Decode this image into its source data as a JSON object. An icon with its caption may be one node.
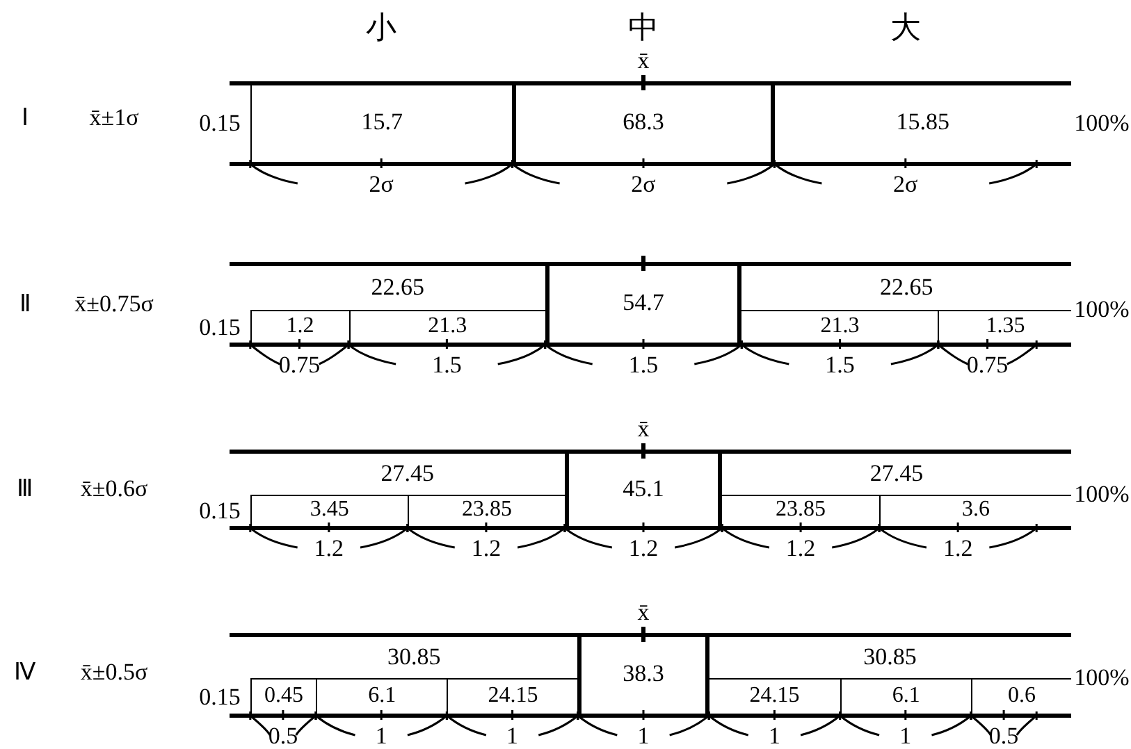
{
  "diagram": {
    "nodes": [
      {
        "text": [
          "15.7"
        ]
      },
      {
        "text": [
          "68.3"
        ]
      },
      {
        "text": [
          "15.85"
        ]
      },
      {
        "text": [
          "22.65"
        ]
      },
      {
        "text": [
          "1.2"
        ],
        "in": 3
      },
      {
        "text": [
          "21.3"
        ],
        "in": 3
      },
      {
        "text": [
          "54.7"
        ]
      },
      {
        "text": [
          "22.65"
        ]
      },
      {
        "text": [
          "21.3"
        ],
        "in": 7
      },
      {
        "text": [
          "1.35"
        ],
        "in": 7
      },
      {
        "text": [
          "27.45"
        ]
      },
      {
        "text": [
          "3.45"
        ],
        "in": 10
      },
      {
        "text": [
          "23.85"
        ],
        "in": 10
      },
      {
        "text": [
          "45.1"
        ]
      },
      {
        "text": [
          "27.45"
        ]
      },
      {
        "text": [
          "23.85"
        ],
        "in": 14
      },
      {
        "text": [
          "3.6"
        ],
        "in": 14
      },
      {
        "text": [
          "30.85"
        ]
      },
      {
        "text": [
          "0.45"
        ],
        "in": 17
      },
      {
        "text": [
          "6.1"
        ],
        "in": 17
      },
      {
        "text": [
          "24.15"
        ],
        "in": 17
      },
      {
        "text": [
          "38.3"
        ]
      },
      {
        "text": [
          "30.85"
        ]
      },
      {
        "text": [
          "24.15"
        ],
        "in": 22
      },
      {
        "text": [
          "6.1"
        ],
        "in": 22
      },
      {
        "text": [
          "0.6"
        ],
        "in": 22
      }
    ],
    "labels": [
      "小",
      "中",
      "大",
      "x̄",
      "Ⅰ",
      "x̄±1σ",
      "0.15",
      "100%",
      "2σ",
      "2σ",
      "2σ",
      "Ⅱ",
      "x̄±0.75σ",
      "0.15",
      "100%",
      "0.75",
      "1.5",
      "1.5",
      "1.5",
      "0.75",
      "x̄",
      "Ⅲ",
      "x̄±0.6σ",
      "0.15",
      "100%",
      "1.2",
      "1.2",
      "1.2",
      "1.2",
      "1.2",
      "x̄",
      "Ⅳ",
      "x̄±0.5σ",
      "0.15",
      "100%",
      "0.5",
      "1",
      "1",
      "1",
      "1",
      "1",
      "0.5"
    ]
  }
}
